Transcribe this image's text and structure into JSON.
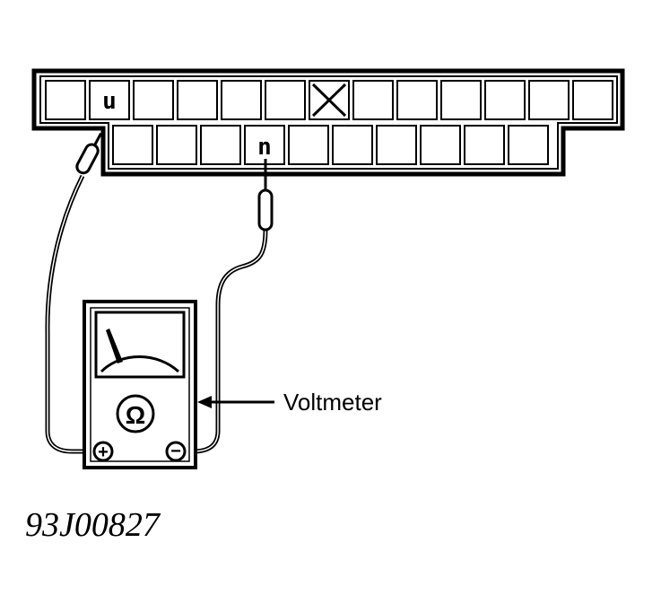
{
  "connector": {
    "top_row_pin_label": "u",
    "bottom_row_pin_label": "n"
  },
  "meter": {
    "callout_label": "Voltmeter",
    "mode_symbol": "Ω",
    "positive_terminal_symbol": "+",
    "negative_terminal_symbol": "−"
  },
  "figure_code": "93J00827"
}
